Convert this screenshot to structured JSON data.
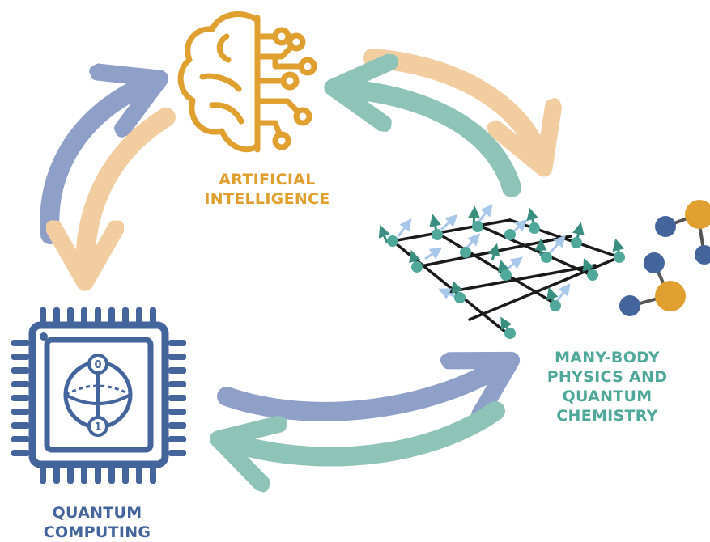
{
  "colors": {
    "ai": "#e0a030",
    "physics": "#4fa89a",
    "quantum": "#44649c",
    "arrow_peach": "#f1cda0",
    "arrow_teal": "#8ec3b8",
    "arrow_blue": "#8fa0c8",
    "spin_light": "#a8c8ea",
    "grid": "#1a1a1a"
  },
  "nodes": {
    "ai": {
      "label_lines": [
        "ARTIFICIAL",
        "INTELLIGENCE"
      ],
      "icon": "brain-circuit-icon"
    },
    "physics": {
      "label_lines": [
        "MANY-BODY",
        "PHYSICS AND",
        "QUANTUM",
        "CHEMISTRY"
      ],
      "icon": "spin-lattice-icon"
    },
    "quantum": {
      "label_lines": [
        "QUANTUM",
        "COMPUTING"
      ],
      "icon": "qubit-chip-icon"
    }
  },
  "bloch": {
    "top_state": "0",
    "bottom_state": "1"
  }
}
